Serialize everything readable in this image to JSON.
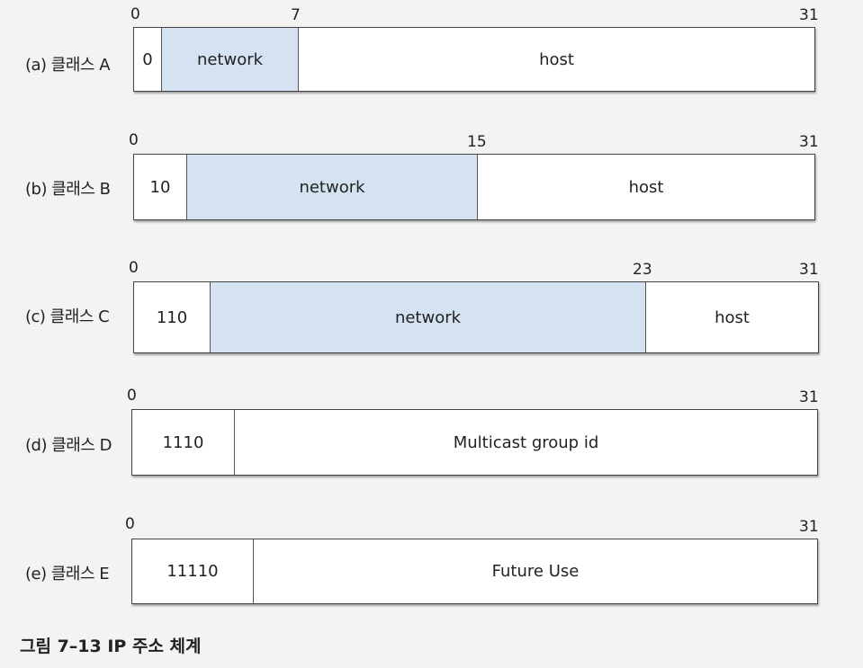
{
  "rows": [
    {
      "label": "(a) 클래스 A",
      "prefix": "0",
      "bits": {
        "start": "0",
        "mid": "7",
        "end": "31"
      },
      "network": "network",
      "host": "host"
    },
    {
      "label": "(b) 클래스 B",
      "prefix": "10",
      "bits": {
        "start": "0",
        "mid": "15",
        "end": "31"
      },
      "network": "network",
      "host": "host"
    },
    {
      "label": "(c) 클래스 C",
      "prefix": "110",
      "bits": {
        "start": "0",
        "mid": "23",
        "end": "31"
      },
      "network": "network",
      "host": "host"
    },
    {
      "label": "(d) 클래스 D",
      "prefix": "1110",
      "bits": {
        "start": "0",
        "end": "31"
      },
      "rest": "Multicast group id"
    },
    {
      "label": "(e) 클래스 E",
      "prefix": "11110",
      "bits": {
        "start": "0",
        "end": "31"
      },
      "rest": "Future Use"
    }
  ],
  "colors": {
    "network": "#d4e2f2"
  },
  "caption": "그림 7–13  IP 주소 체계"
}
